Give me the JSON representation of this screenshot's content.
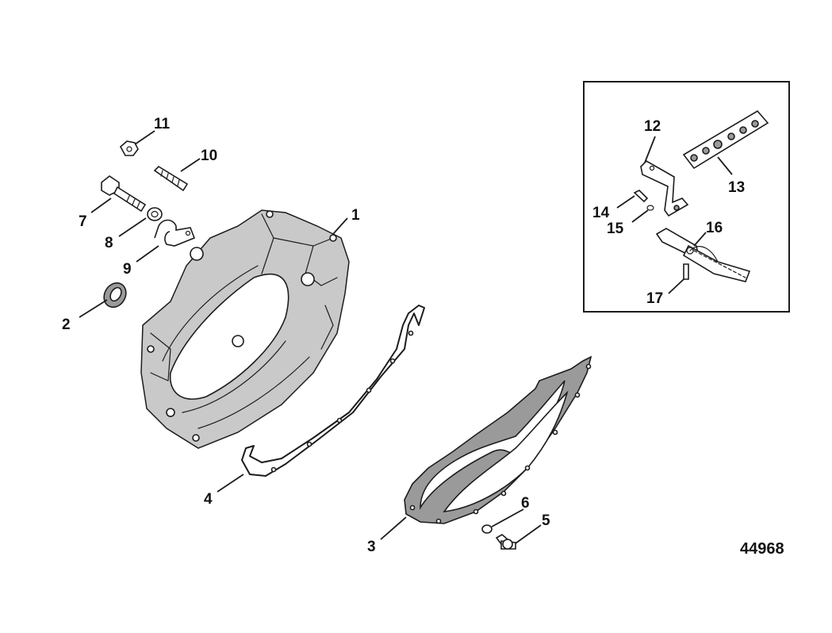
{
  "callouts": {
    "c1": "1",
    "c2": "2",
    "c3": "3",
    "c4": "4",
    "c5": "5",
    "c6": "6",
    "c7": "7",
    "c8": "8",
    "c9": "9",
    "c10": "10",
    "c11": "11",
    "c12": "12",
    "c13": "13",
    "c14": "14",
    "c15": "15",
    "c16": "16",
    "c17": "17"
  },
  "reference_number": "44968"
}
